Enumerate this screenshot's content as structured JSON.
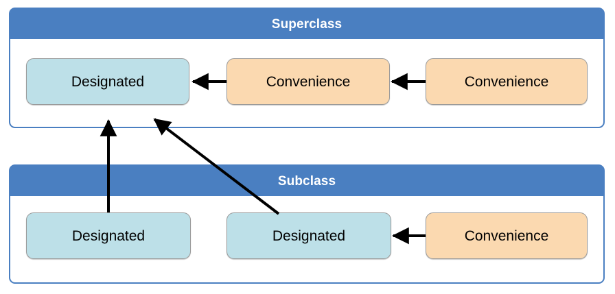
{
  "diagram": {
    "title_superclass": "Superclass",
    "title_subclass": "Subclass",
    "colors": {
      "panel_border": "#4a7fc1",
      "panel_header": "#4a7fc1",
      "designated_fill": "#bde0e8",
      "convenience_fill": "#fbd9b0",
      "node_border": "#9a9a9a",
      "arrow": "#000000",
      "header_text": "#ffffff",
      "node_text": "#000000",
      "background": "#ffffff"
    }
  },
  "superclass": {
    "header": "Superclass",
    "nodes": [
      {
        "label": "Designated",
        "kind": "designated"
      },
      {
        "label": "Convenience",
        "kind": "convenience"
      },
      {
        "label": "Convenience",
        "kind": "convenience"
      }
    ]
  },
  "subclass": {
    "header": "Subclass",
    "nodes": [
      {
        "label": "Designated",
        "kind": "designated"
      },
      {
        "label": "Designated",
        "kind": "designated"
      },
      {
        "label": "Convenience",
        "kind": "convenience"
      }
    ]
  },
  "arrows": [
    {
      "name": "sup-conv1-to-sup-designated",
      "from": "superclass.nodes.1",
      "to": "superclass.nodes.0"
    },
    {
      "name": "sup-conv2-to-sup-conv1",
      "from": "superclass.nodes.2",
      "to": "superclass.nodes.1"
    },
    {
      "name": "sub-conv-to-sub-designated2",
      "from": "subclass.nodes.2",
      "to": "subclass.nodes.1"
    },
    {
      "name": "sub-designated1-to-sup-designated",
      "from": "subclass.nodes.0",
      "to": "superclass.nodes.0"
    },
    {
      "name": "sub-designated2-to-sup-designated",
      "from": "subclass.nodes.1",
      "to": "superclass.nodes.0"
    }
  ]
}
